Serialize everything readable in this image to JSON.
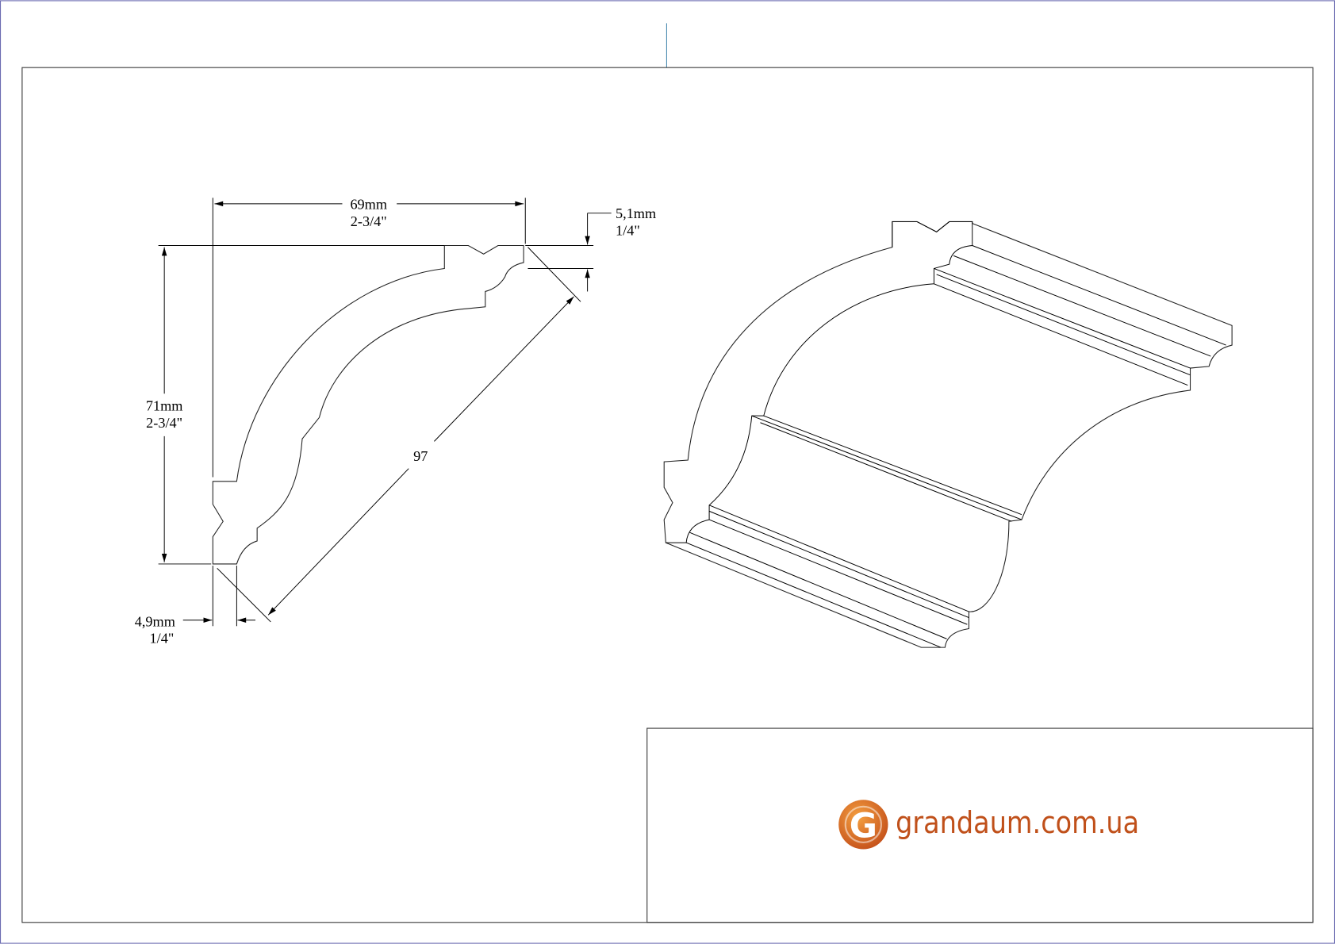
{
  "dimensions": {
    "width": {
      "mm": "69mm",
      "inch": "2-3/4\""
    },
    "height": {
      "mm": "71mm",
      "inch": "2-3/4\""
    },
    "top_offset": {
      "mm": "5,1mm",
      "inch": "1/4\""
    },
    "bottom_offset": {
      "mm": "4,9mm",
      "inch": "1/4\""
    },
    "diagonal": "97"
  },
  "title_block": {
    "logo_letter": "G",
    "website": "grandaum.com.ua"
  },
  "colors": {
    "brand": "#c0501a",
    "frame": "#4a4a8a"
  }
}
